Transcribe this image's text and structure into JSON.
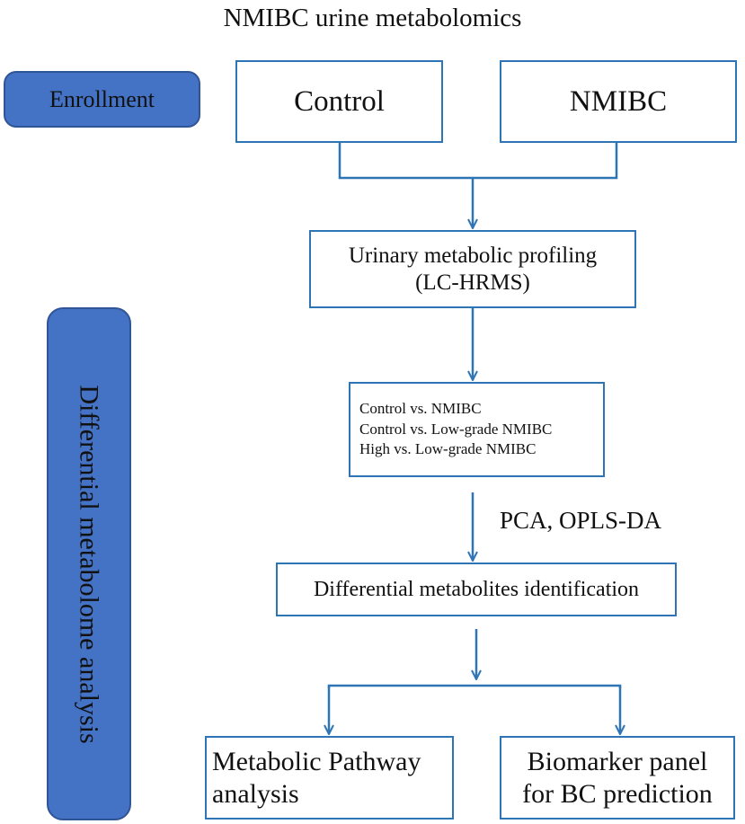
{
  "title": "NMIBC urine metabolomics",
  "side_labels": {
    "enrollment": "Enrollment",
    "analysis": "Differential metabolome analysis"
  },
  "boxes": {
    "control": "Control",
    "nmibc": "NMIBC",
    "profiling": [
      "Urinary metabolic profiling",
      "(LC-HRMS)"
    ],
    "comparisons": [
      "Control vs. NMIBC",
      "Control vs. Low-grade NMIBC",
      "High vs. Low-grade NMIBC"
    ],
    "identification": "Differential metabolites identification",
    "pathway": [
      "Metabolic Pathway",
      "analysis"
    ],
    "biomarker": [
      "Biomarker panel",
      "for BC prediction"
    ]
  },
  "edge_labels": {
    "methods": "PCA, OPLS-DA"
  },
  "colors": {
    "line": "#2e75b6",
    "pill_fill": "#4472c4"
  }
}
